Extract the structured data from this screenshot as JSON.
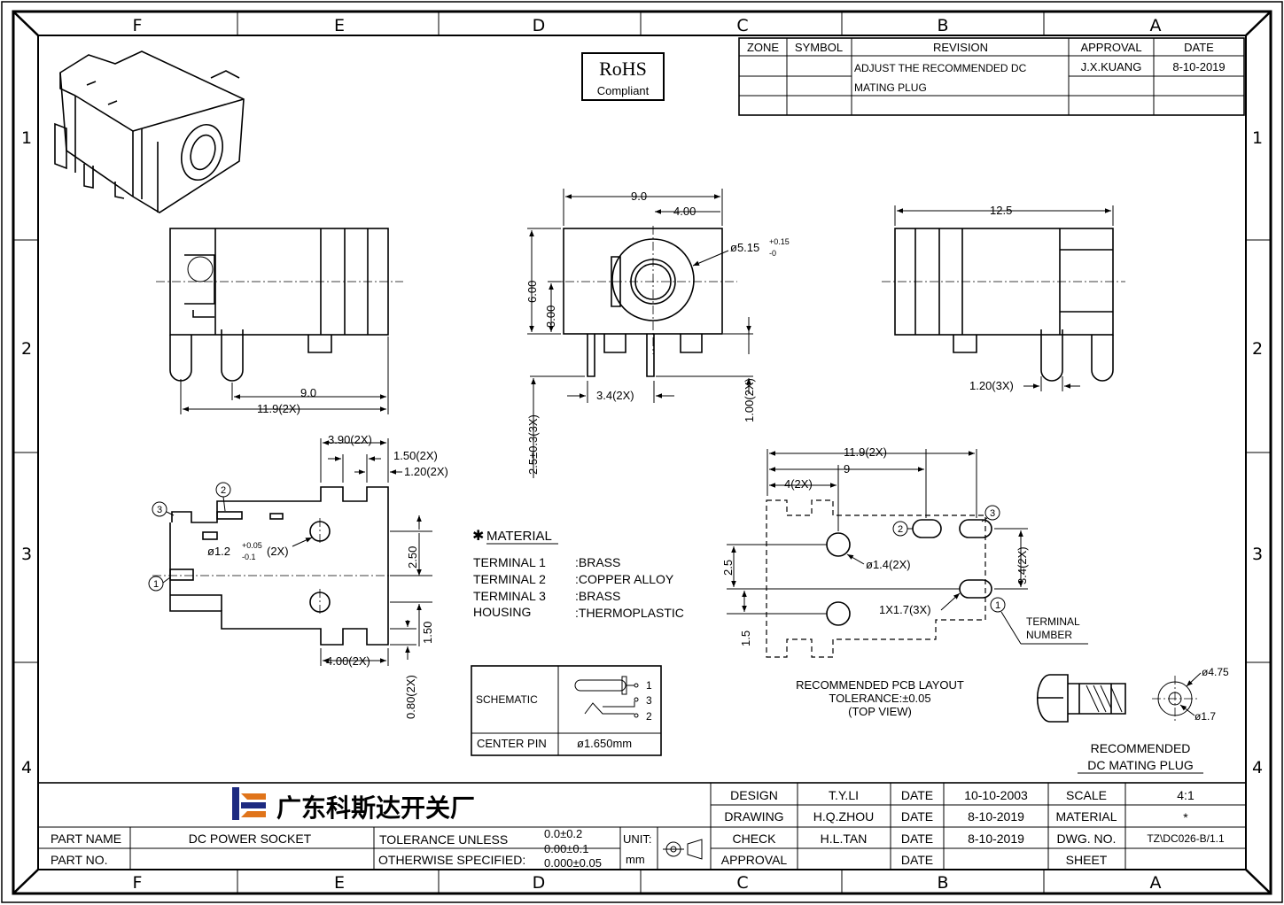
{
  "zones": {
    "columns": [
      "F",
      "E",
      "D",
      "C",
      "B",
      "A"
    ],
    "rows": [
      "1",
      "2",
      "3",
      "4"
    ]
  },
  "revision_table": {
    "headers": [
      "ZONE",
      "SYMBOL",
      "REVISION",
      "APPROVAL",
      "DATE"
    ],
    "revision_line1": "ADJUST THE RECOMMENDED DC",
    "revision_line2": "MATING PLUG",
    "approval": "J.X.KUANG",
    "date": "8-10-2019"
  },
  "rohs": {
    "line1": "RoHS",
    "line2": "Compliant"
  },
  "dims": {
    "d9": "9.0",
    "d4": "4.00",
    "d_hole": "ø5.15",
    "d_hole_tol_plus": "+0.15",
    "d_hole_tol_minus": "-0",
    "d6": "6.00",
    "d3": "3.00",
    "d34": "3.4(2X)",
    "d100": "1.00(2X)",
    "d25tol": "2.5±0.3(3X)",
    "d125": "12.5",
    "d120_3x": "1.20(3X)",
    "side_9": "9.0",
    "side_119": "11.9(2X)",
    "b_390": "3.90(2X)",
    "b_150": "1.50(2X)",
    "b_120": "1.20(2X)",
    "b_hole": "ø1.2",
    "b_hole_plus": "+0.05",
    "b_hole_minus": "-0.1",
    "b_hole_2x": "(2X)",
    "b_250": "2.50",
    "b_150v": "1.50",
    "b_400": "4.00(2X)",
    "b_080": "0.80(2X)",
    "p_119": "11.9(2X)",
    "p_9": "9",
    "p_4": "4(2X)",
    "p_14": "ø1.4(2X)",
    "p_25": "2.5",
    "p_15": "1.5",
    "p_34": "3.4(2X)",
    "p_slot": "1X1.7(3X)",
    "plug_475": "ø4.75",
    "plug_17": "ø1.7"
  },
  "terminal_number_label": {
    "line1": "TERMINAL",
    "line2": "NUMBER"
  },
  "terminal_marks": [
    "1",
    "2",
    "3"
  ],
  "material": {
    "title": "MATERIAL",
    "rows": [
      {
        "name": "TERMINAL  1",
        "value": ":BRASS"
      },
      {
        "name": "TERMINAL  2",
        "value": ":COPPER  ALLOY"
      },
      {
        "name": "TERMINAL  3",
        "value": ":BRASS"
      },
      {
        "name": "HOUSING",
        "value": ":THERMOPLASTIC"
      }
    ]
  },
  "schematic_box": {
    "label": "SCHEMATIC",
    "pins": [
      "1",
      "3",
      "2"
    ],
    "center_pin_label": "CENTER PIN",
    "center_pin_value": "ø1.650mm"
  },
  "pcb_layout_caption": {
    "line1": "RECOMMENDED PCB LAYOUT",
    "line2": "TOLERANCE:±0.05",
    "line3": "(TOP VIEW)"
  },
  "mating_plug_caption": {
    "line1": "RECOMMENDED",
    "line2": "DC MATING PLUG"
  },
  "title_block": {
    "company": "广东科斯达开关厂",
    "part_name_label": "PART NAME",
    "part_name": "DC POWER SOCKET",
    "part_no_label": "PART NO.",
    "tolerance_l1": "TOLERANCE UNLESS",
    "tolerance_l2": "OTHERWISE SPECIFIED:",
    "tol_values": [
      "0.0±0.2",
      "0.00±0.1",
      "0.000±0.05"
    ],
    "unit_label": "UNIT:",
    "unit": "mm",
    "rows": [
      {
        "role": "DESIGN",
        "name": "T.Y.LI",
        "date_label": "DATE",
        "date": "10-10-2003",
        "key": "SCALE",
        "value": "4:1"
      },
      {
        "role": "DRAWING",
        "name": "H.Q.ZHOU",
        "date_label": "DATE",
        "date": "8-10-2019",
        "key": "MATERIAL",
        "value": "*"
      },
      {
        "role": "CHECK",
        "name": "H.L.TAN",
        "date_label": "DATE",
        "date": "8-10-2019",
        "key": "DWG. NO.",
        "value": "TZ\\DC026-B/1.1"
      },
      {
        "role": "APPROVAL",
        "name": "",
        "date_label": "DATE",
        "date": "",
        "key": "SHEET",
        "value": ""
      }
    ]
  }
}
